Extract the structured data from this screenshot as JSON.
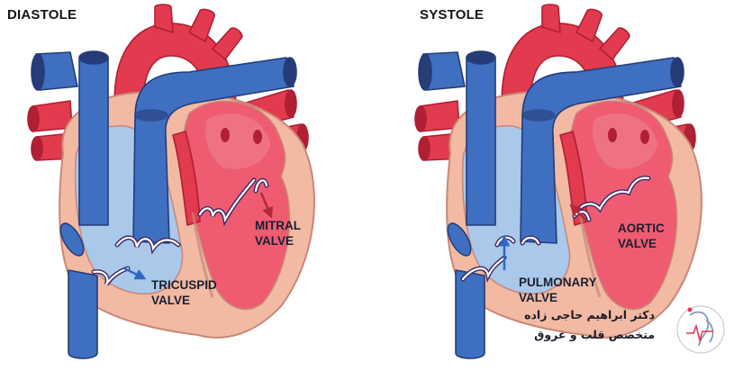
{
  "panels": {
    "diastole": {
      "title": "DIASTOLE",
      "labels": [
        {
          "line1": "MITRAL",
          "line2": "VALVE"
        },
        {
          "line1": "TRICUSPID",
          "line2": "VALVE"
        }
      ]
    },
    "systole": {
      "title": "SYSTOLE",
      "labels": [
        {
          "line1": "AORTIC",
          "line2": "VALVE"
        },
        {
          "line1": "PULMONARY",
          "line2": "VALVE"
        }
      ]
    }
  },
  "watermark": {
    "line1": "دکتر ابراهیم حاجی زاده",
    "line2": "متخصص قلب و عروق"
  },
  "colors": {
    "artery": "#e23a4e",
    "artery_dark": "#b01f34",
    "vein": "#3f6fc0",
    "vein_dark": "#253c78",
    "wall": "#f2b9a3",
    "wall_line": "#c98778",
    "right_chamber": "#a9c8ea",
    "left_chamber": "#ef5c72",
    "arrow_blue": "#2f67c4",
    "arrow_red": "#b6283c",
    "valve_outline": "#3a2a68"
  }
}
